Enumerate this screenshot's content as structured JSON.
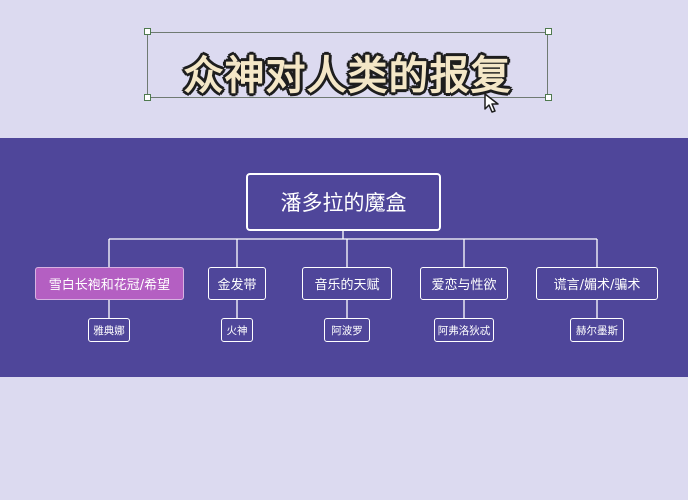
{
  "header": {
    "title": "众神对人类的报复"
  },
  "diagram": {
    "root": "潘多拉的魔盒",
    "branches": [
      {
        "label": "雪白长袍和花冠/希望",
        "child": "雅典娜",
        "selected": true
      },
      {
        "label": "金发带",
        "child": "火神",
        "selected": false
      },
      {
        "label": "音乐的天赋",
        "child": "阿波罗",
        "selected": false
      },
      {
        "label": "爱恋与性欲",
        "child": "阿弗洛狄忒",
        "selected": false
      },
      {
        "label": "谎言/媚术/骗术",
        "child": "赫尔墨斯",
        "selected": false
      }
    ]
  },
  "colors": {
    "background": "#dcdaf0",
    "band": "#4f469a",
    "selected": "#b45fc2",
    "title_fill": "#f4e7c7"
  },
  "icons": [
    "cursor-arrow-icon"
  ]
}
